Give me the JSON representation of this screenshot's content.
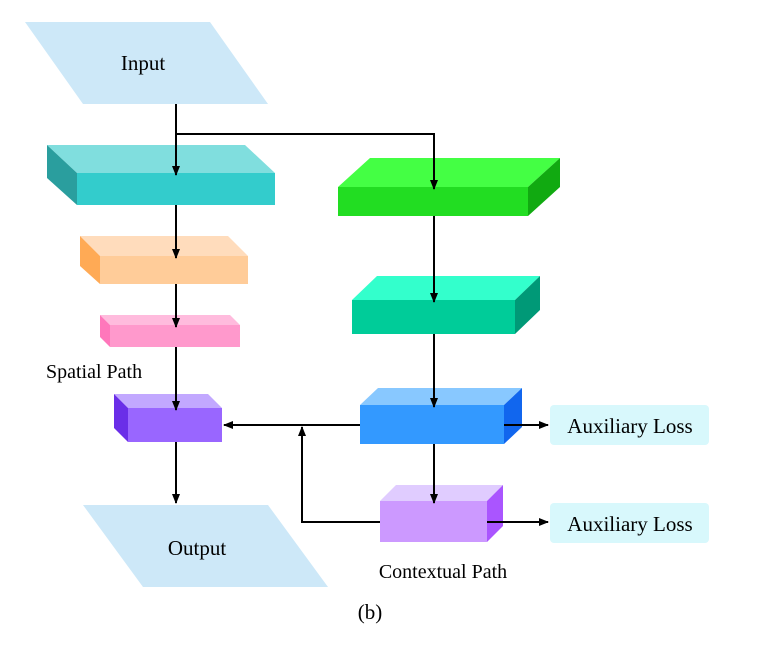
{
  "diagram": {
    "input_label": "Input",
    "output_label": "Output",
    "spatial_path_label": "Spatial Path",
    "contextual_path_label": "Contextual Path",
    "aux_loss_1": "Auxiliary Loss",
    "aux_loss_2": "Auxiliary Loss",
    "caption": "(b)"
  },
  "colors": {
    "io_fill": "#cde8f8",
    "aux_fill": "#d8f8fc",
    "teal_block": "#33cccc",
    "orange_block": "#ffcc99",
    "pink_block": "#ff99cc",
    "purple_block": "#9966ff",
    "green_block": "#22dd22",
    "seagreen_block": "#00cc99",
    "blue_block": "#3399ff",
    "lilac_block": "#cc99ff"
  }
}
